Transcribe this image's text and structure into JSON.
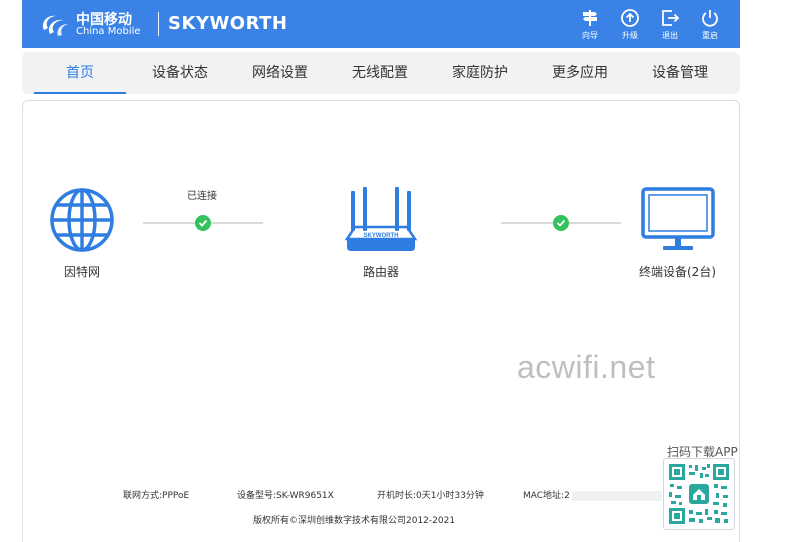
{
  "header": {
    "brand_cn": "中国移动",
    "brand_en": "China Mobile",
    "brand_product": "SKYWORTH",
    "bg_color": "#3b82e6",
    "tools": [
      {
        "label": "向导",
        "icon": "signpost-icon"
      },
      {
        "label": "升级",
        "icon": "upgrade-arrow-icon"
      },
      {
        "label": "退出",
        "icon": "logout-icon"
      },
      {
        "label": "重启",
        "icon": "power-icon"
      }
    ]
  },
  "nav": {
    "accent_color": "#2f7de1",
    "items": [
      "首页",
      "设备状态",
      "网络设置",
      "无线配置",
      "家庭防护",
      "更多应用",
      "设备管理"
    ],
    "active": "首页"
  },
  "topology": {
    "internet_label": "因特网",
    "router_label": "路由器",
    "router_brand": "SKYWORTH",
    "terminal_label": "终端设备(2台)",
    "wan_status": "已连接",
    "status_color": "#35c25e"
  },
  "watermark": "acwifi.net",
  "qr": {
    "label": "扫码下载APP"
  },
  "footer": {
    "connection": "联网方式:PPPoE",
    "model": "设备型号:SK-WR9651X",
    "uptime": "开机时长:0天1小时33分钟",
    "mac": "MAC地址:2",
    "copyright": "版权所有©深圳创维数字技术有限公司2012-2021"
  }
}
